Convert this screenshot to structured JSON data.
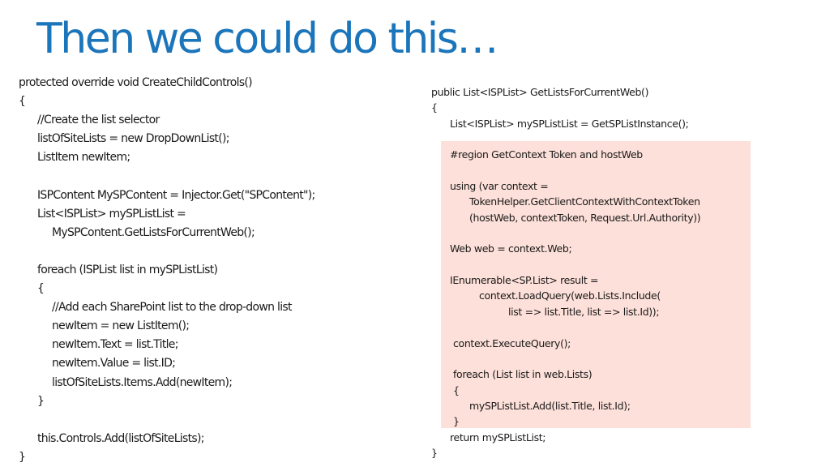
{
  "slide": {
    "title": "Then we could do this…",
    "accent_color": "#1b75bb",
    "highlight_color": "#fde0d9",
    "left_code": [
      "protected override void CreateChildControls()",
      "{",
      "//Create the list selector",
      "listOfSiteLists = new DropDownList();",
      "ListItem newItem;",
      "",
      "ISPContent MySPContent = Injector.Get(\"SPContent\");",
      "List<ISPList> mySPListList =",
      "MySPContent.GetListsForCurrentWeb();",
      "",
      "foreach (ISPList list in mySPListList)",
      "{",
      "//Add each SharePoint list to the drop-down list",
      "newItem = new ListItem();",
      "newItem.Text = list.Title;",
      "newItem.Value = list.ID;",
      "listOfSiteLists.Items.Add(newItem);",
      "}",
      "",
      "this.Controls.Add(listOfSiteLists);",
      "}"
    ],
    "right_code": [
      "public List<ISPList> GetListsForCurrentWeb()",
      "{",
      "List<ISPList> mySPListList = GetSPListInstance();",
      "",
      "#region GetContext Token and hostWeb",
      "",
      "using (var context =",
      "TokenHelper.GetClientContextWithContextToken",
      "(hostWeb, contextToken, Request.Url.Authority))",
      "",
      "Web web = context.Web;",
      "",
      "IEnumerable<SP.List> result =",
      "context.LoadQuery(web.Lists.Include(",
      "list => list.Title, list => list.Id));",
      "",
      "context.ExecuteQuery();",
      "",
      "foreach (List list in web.Lists)",
      "{",
      "mySPListList.Add(list.Title, list.Id);",
      "}",
      "return mySPListList;",
      "}"
    ]
  }
}
